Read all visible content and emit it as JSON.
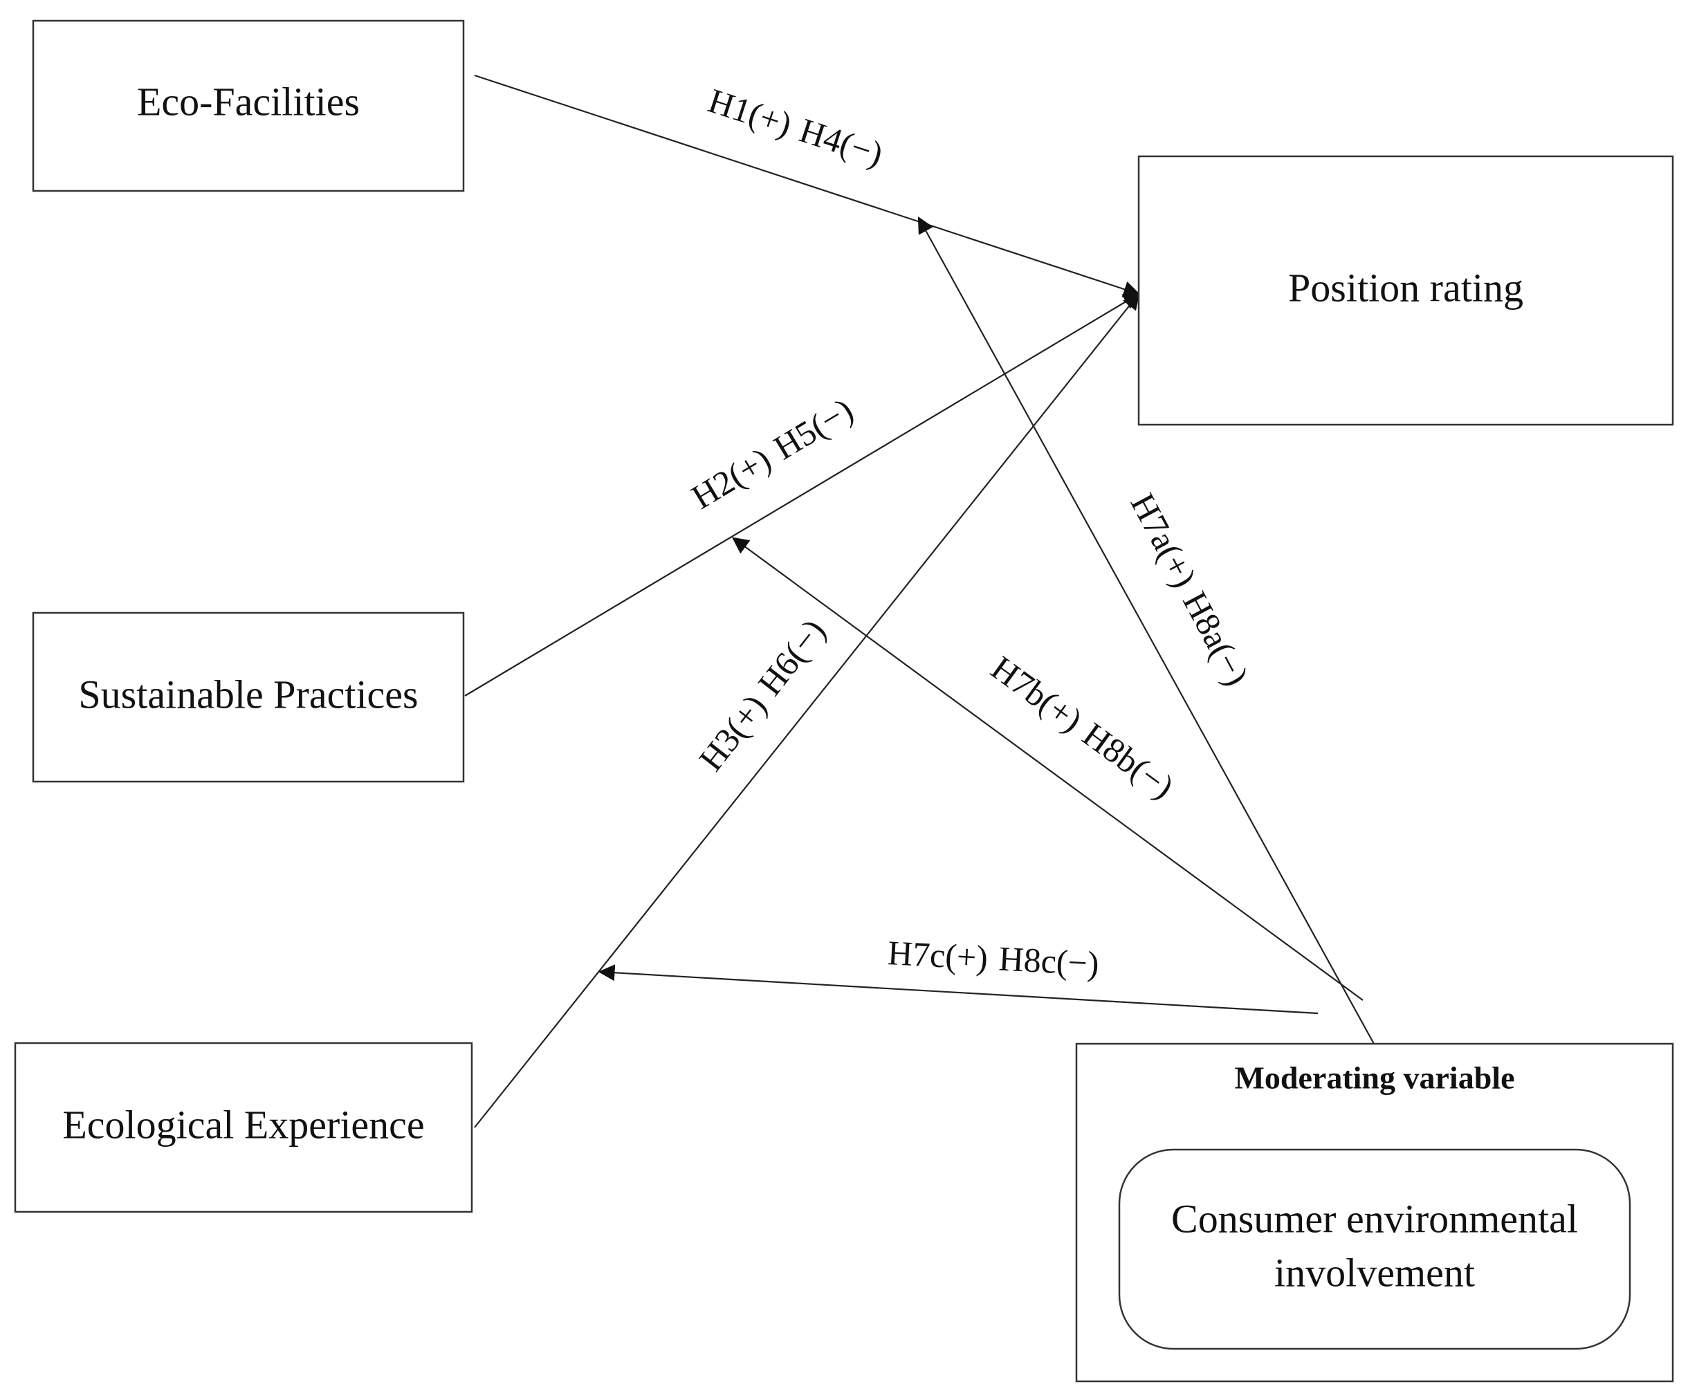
{
  "nodes": {
    "eco_facilities": "Eco-Facilities",
    "sustainable_practices": "Sustainable Practices",
    "ecological_experience": "Ecological Experience",
    "position_rating": "Position rating",
    "moderating_title": "Moderating variable",
    "moderator_line1": "Consumer environmental",
    "moderator_line2": "involvement"
  },
  "edges": {
    "h1": "H1(+)",
    "h4": "H4(−)",
    "h2": "H2(+)",
    "h5": "H5(−)",
    "h3": "H3(+)",
    "h6": "H6(−)",
    "h7a": "H7a(+)",
    "h8a": "H8a(−)",
    "h7b": "H7b(+)",
    "h8b": "H8b(−)",
    "h7c": "H7c(+)",
    "h8c": "H8c(−)"
  }
}
